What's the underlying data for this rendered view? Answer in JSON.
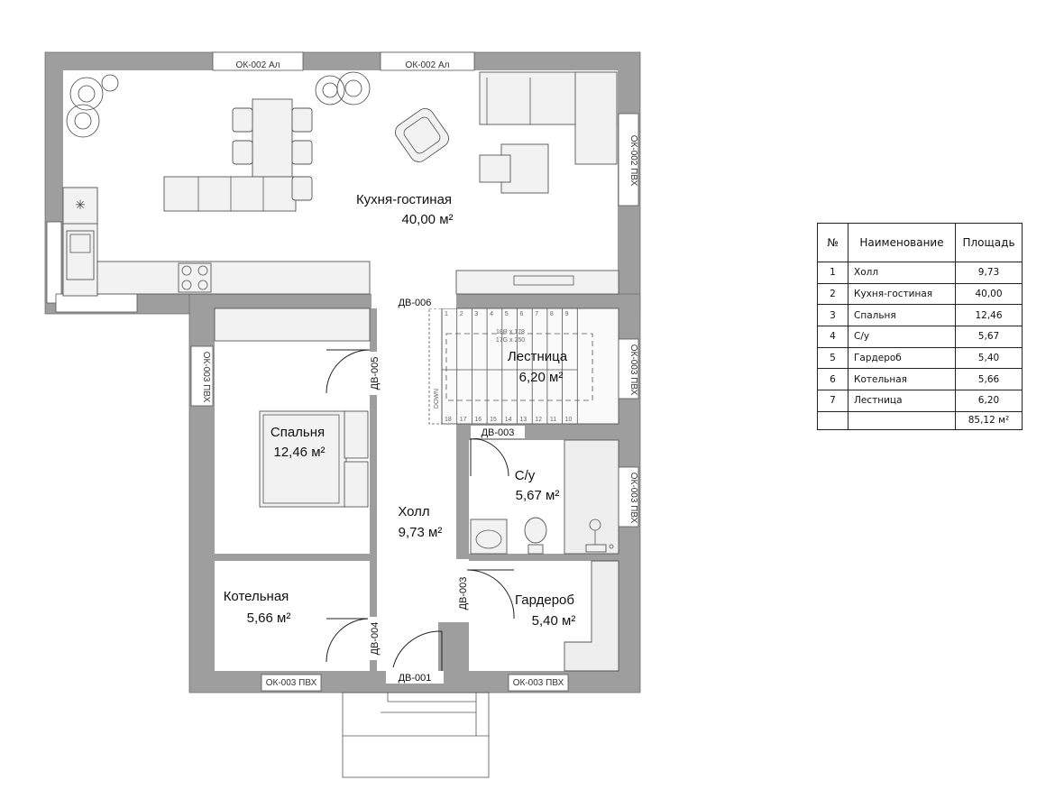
{
  "rooms": {
    "living": {
      "name": "Кухня-гостиная",
      "area": "40,00 м²"
    },
    "bedroom": {
      "name": "Спальня",
      "area": "12,46 м²"
    },
    "hall": {
      "name": "Холл",
      "area": "9,73 м²"
    },
    "stairs": {
      "name": "Лестница",
      "area": "6,20 м²"
    },
    "wc": {
      "name": "С/у",
      "area": "5,67 м²"
    },
    "boiler": {
      "name": "Котельная",
      "area": "5,66 м²"
    },
    "wardrobe": {
      "name": "Гардероб",
      "area": "5,40 м²"
    }
  },
  "doors": {
    "d001": "ДВ-001",
    "d003a": "ДВ-003",
    "d003b": "ДВ-003",
    "d004": "ДВ-004",
    "d005": "ДВ-005",
    "d006": "ДВ-006"
  },
  "windows": {
    "top1": "ОК-002 Ал",
    "top2": "ОК-002 Ал",
    "right1": "ОК-002 ПВХ",
    "right2": "ОК-003 ПВХ",
    "right3": "ОК-003 ПВХ",
    "left1": "ОК-003 ПВХ",
    "bottom1": "ОК-003 ПВХ",
    "bottom2": "ОК-003 ПВХ"
  },
  "stairs_info": {
    "steps_top": [
      "1",
      "2",
      "3",
      "4",
      "5",
      "6",
      "7",
      "8",
      "9"
    ],
    "steps_bottom": [
      "18",
      "17",
      "16",
      "15",
      "14",
      "13",
      "12",
      "11",
      "10"
    ],
    "spec1": "18R x 178",
    "spec2": "17G x 250",
    "down": "DOWN"
  },
  "table": {
    "headers": [
      "№",
      "Наименование",
      "Площадь"
    ],
    "rows": [
      {
        "n": "1",
        "name": "Холл",
        "area": "9,73"
      },
      {
        "n": "2",
        "name": "Кухня-гостиная",
        "area": "40,00"
      },
      {
        "n": "3",
        "name": "Спальня",
        "area": "12,46"
      },
      {
        "n": "4",
        "name": "С/у",
        "area": "5,67"
      },
      {
        "n": "5",
        "name": "Гардероб",
        "area": "5,40"
      },
      {
        "n": "6",
        "name": "Котельная",
        "area": "5,66"
      },
      {
        "n": "7",
        "name": "Лестница",
        "area": "6,20"
      }
    ],
    "total": "85,12 м²"
  }
}
